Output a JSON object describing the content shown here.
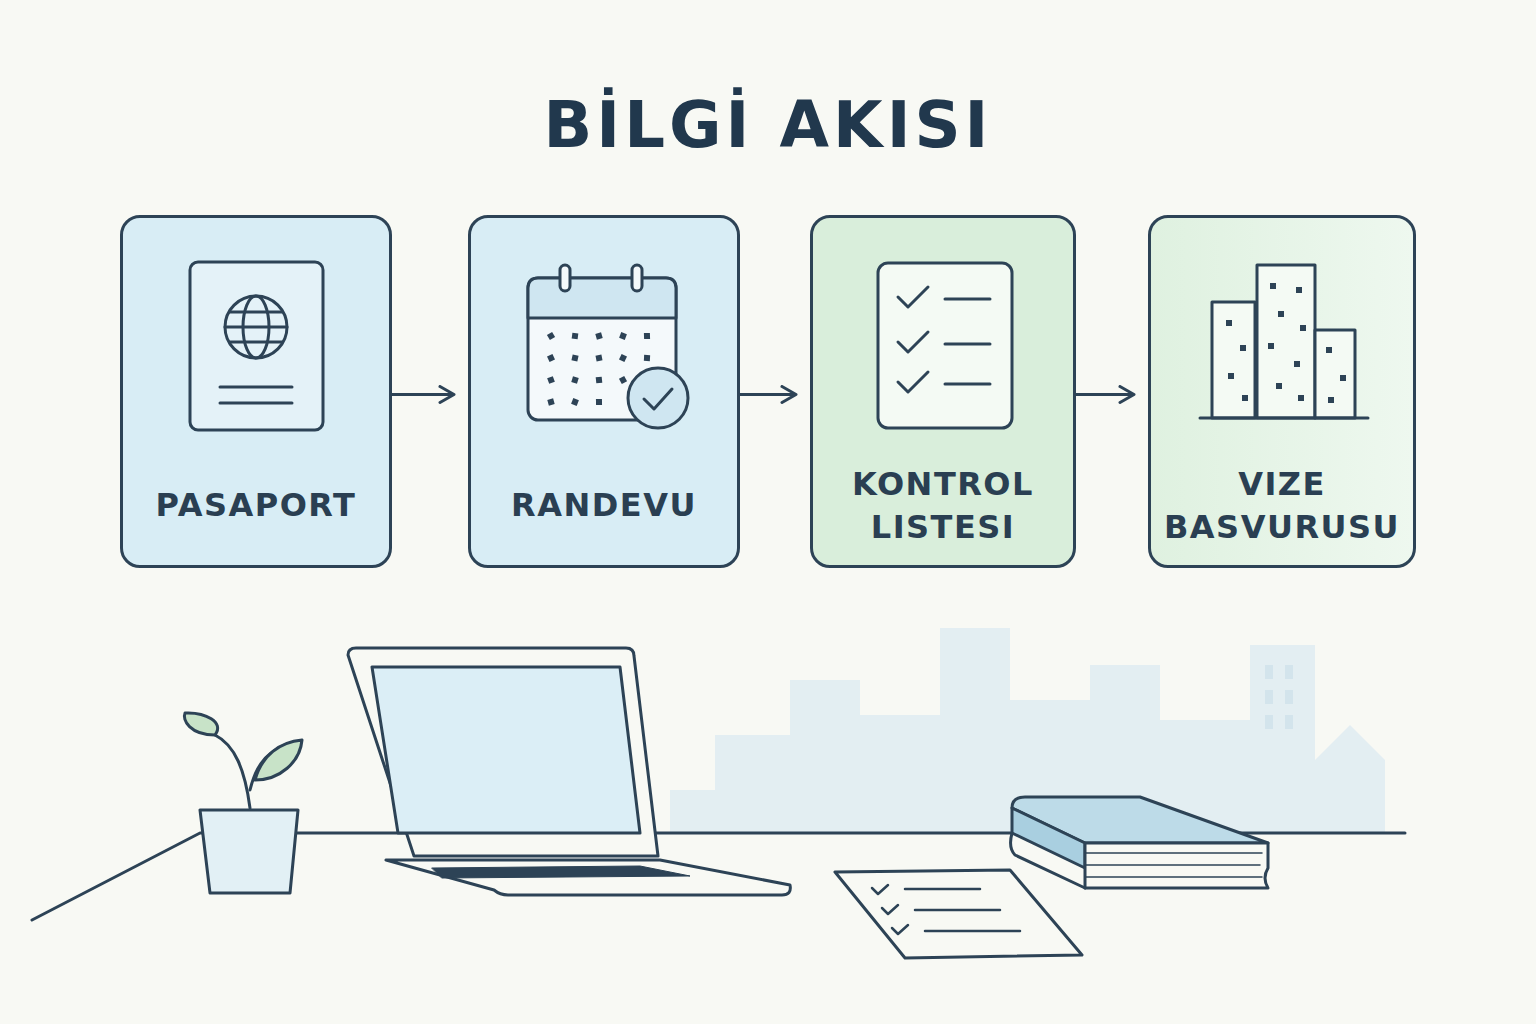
{
  "diagram": {
    "title": "BİLGİ AKISI",
    "nodes": [
      {
        "text": [
          "PASAPORT"
        ]
      },
      {
        "text": [
          "RANDEVU"
        ]
      },
      {
        "text": [
          "KONTROL LISTESI"
        ]
      },
      {
        "text": [
          "VIZE BASVURUSU"
        ]
      }
    ],
    "edges": [
      {
        "from": 0,
        "to": 1,
        "arrow": "to"
      },
      {
        "from": 1,
        "to": 2,
        "arrow": "to"
      },
      {
        "from": 2,
        "to": 3,
        "arrow": "to"
      }
    ]
  }
}
